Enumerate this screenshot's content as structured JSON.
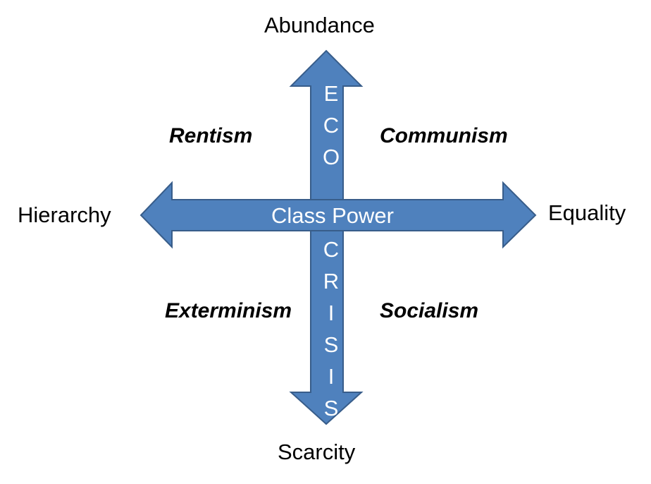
{
  "axes": {
    "top": "Abundance",
    "bottom": "Scarcity",
    "left": "Hierarchy",
    "right": "Equality"
  },
  "quadrants": {
    "top_left": "Rentism",
    "top_right": "Communism",
    "bottom_left": "Exterminism",
    "bottom_right": "Socialism"
  },
  "horizontal_arrow_label": "Class Power",
  "vertical_arrow_top_label": [
    "E",
    "C",
    "O"
  ],
  "vertical_arrow_bottom_label": [
    "C",
    "R",
    "I",
    "S",
    "I",
    "S"
  ],
  "colors": {
    "arrow_fill": "#4F81BD",
    "arrow_stroke": "#385D8A",
    "arrow_text": "#FFFFFF"
  }
}
